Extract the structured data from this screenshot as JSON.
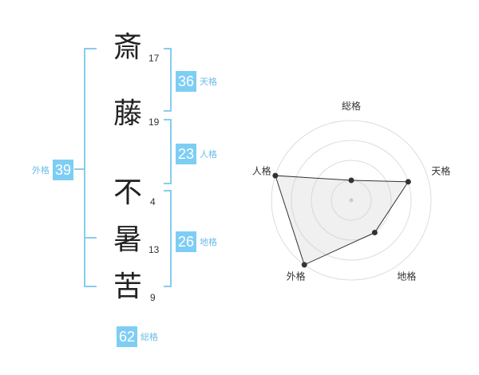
{
  "name_chars": [
    {
      "char": "斎",
      "strokes": "17"
    },
    {
      "char": "藤",
      "strokes": "19"
    },
    {
      "char": "不",
      "strokes": "4"
    },
    {
      "char": "暑",
      "strokes": "13"
    },
    {
      "char": "苦",
      "strokes": "9"
    }
  ],
  "fortune": {
    "tenkaku": {
      "value": "36",
      "label": "天格"
    },
    "jinkaku": {
      "value": "23",
      "label": "人格"
    },
    "chikaku": {
      "value": "26",
      "label": "地格"
    },
    "gaikaku": {
      "value": "39",
      "label": "外格"
    },
    "soukaku": {
      "value": "62",
      "label": "総格"
    }
  },
  "colors": {
    "accent": "#7ecef4",
    "bracket": "#88ccee",
    "label": "#6cbde6"
  },
  "chart_data": {
    "type": "radar",
    "axes": [
      "総格",
      "天格",
      "地格",
      "外格",
      "人格"
    ],
    "values": [
      0.25,
      0.75,
      0.5,
      1.0,
      1.0
    ],
    "max": 1.0,
    "rings": 4
  }
}
